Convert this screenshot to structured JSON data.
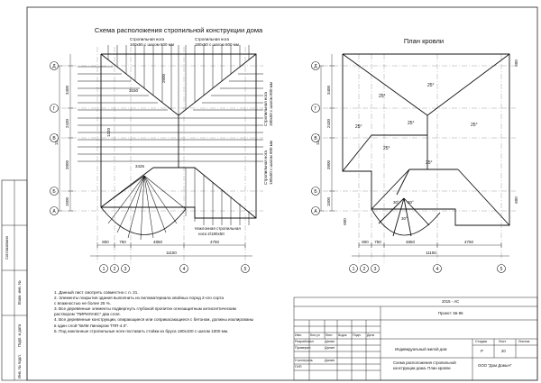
{
  "left_plan": {
    "title": "Схема расположения стропильной конструкции дома",
    "label_rafter_a": "Стропильная нога",
    "label_rafter_a2": "100х50 с шагом 600 мм",
    "label_rafter_b": "Стропильная нога",
    "label_rafter_b2": "180х50 с шагом 600 мм",
    "label_side_1": "Стропильная нога",
    "label_side_1b": "180х50 с шагом 600 мм",
    "label_side_2": "Стропильная нога",
    "label_side_2b": "180х50 с шагом 600 мм",
    "label_valley": "Наклонная стропильная",
    "label_valley2": "нога 2/180х50",
    "dims_left": [
      "3400",
      "2430",
      "3900",
      "1500"
    ],
    "dim_total_left": "11250",
    "dims_inner": [
      "3150",
      "2600",
      "1220",
      "3425"
    ],
    "dims_bottom": [
      "800",
      "750",
      "4850",
      "4750"
    ],
    "dim_total_bottom": "11150"
  },
  "right_plan": {
    "title": "План кровли",
    "slopes": [
      "25°",
      "25°",
      "25°",
      "25°",
      "25°",
      "25°",
      "25°",
      "30°",
      "30°",
      "30°"
    ],
    "dims_left": [
      "3400",
      "2430",
      "3900",
      "1500"
    ],
    "dim_total_left": "11250",
    "dims_bottom": [
      "800",
      "750",
      "4850",
      "4750"
    ],
    "dim_total_bottom": "11150",
    "dims_side": [
      "600",
      "600",
      "600"
    ]
  },
  "axes": {
    "rows": [
      "Д",
      "Г",
      "В",
      "Б",
      "А"
    ],
    "cols": [
      "1",
      "2",
      "3",
      "4",
      "5"
    ]
  },
  "notes": [
    "1. Данный лист смотреть совместно с л. 21.",
    "2. Элементы покрытия здания выполнить из пиломатериала хвойных пород  2-ого сорта",
    "    с влажностью не более 25 %.",
    "3. Все деревянные элементы подвергнуть глубокой пропитке огнезащитным антисептическим",
    "    раствором \"ПИРИЛАКС\" два слоя.",
    "4. Все деревянные конструкции, опирающиеся или соприкасающиеся с бетоном, должны  изолированы",
    "    в один слой \"БИМ Линокром ТПП-4.0\".",
    "5. Под наклонные стропильные ноги поставить стойки из бруса 180х100 с шагом 1000 мм."
  ],
  "side_stamp": [
    "Согласовано",
    "Взам. инв. №",
    "Подп. и дата",
    "Инв. № подл."
  ],
  "title_block": {
    "code": "2015 - АС",
    "project": "Проект: 56-96",
    "object": "Индивидуальный жилой дом",
    "sheet_title_1": "Схема расположения стропильной",
    "sheet_title_2": "конструкции дома.  План кровли",
    "company": "ООО \"Дом Домыч\"",
    "header_cols": [
      "Изм.",
      "Кол.уч",
      "Лист",
      "№док",
      "Подп.",
      "Дата"
    ],
    "roles": [
      "Разработал",
      "Проверил",
      "",
      "Н.контроль",
      "ГИП"
    ],
    "names": [
      "Далин",
      "Далин",
      "",
      "Далин",
      ""
    ],
    "stage_labels": [
      "Стадия",
      "Лист",
      "Листов"
    ],
    "stage_values": [
      "Р",
      "20",
      ""
    ]
  }
}
